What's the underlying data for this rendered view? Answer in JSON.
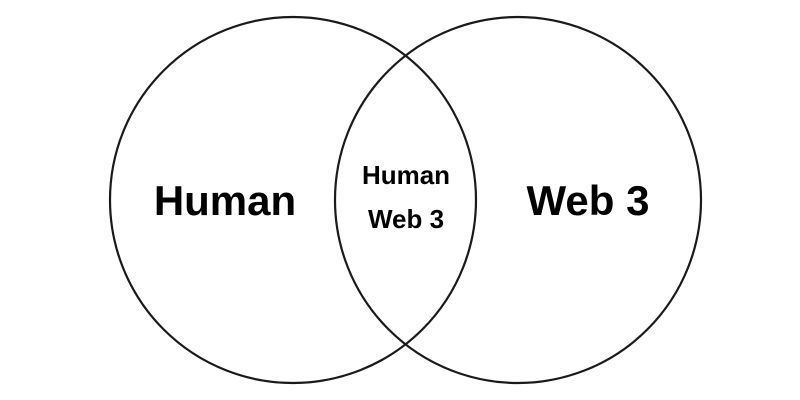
{
  "diagram": {
    "type": "venn",
    "sets": [
      {
        "label": "Human"
      },
      {
        "label": "Web 3"
      }
    ],
    "intersection": {
      "line1": "Human",
      "line2": "Web 3"
    },
    "colors": {
      "stroke": "#1a1a1a",
      "text": "#000000",
      "background": "#ffffff"
    }
  }
}
